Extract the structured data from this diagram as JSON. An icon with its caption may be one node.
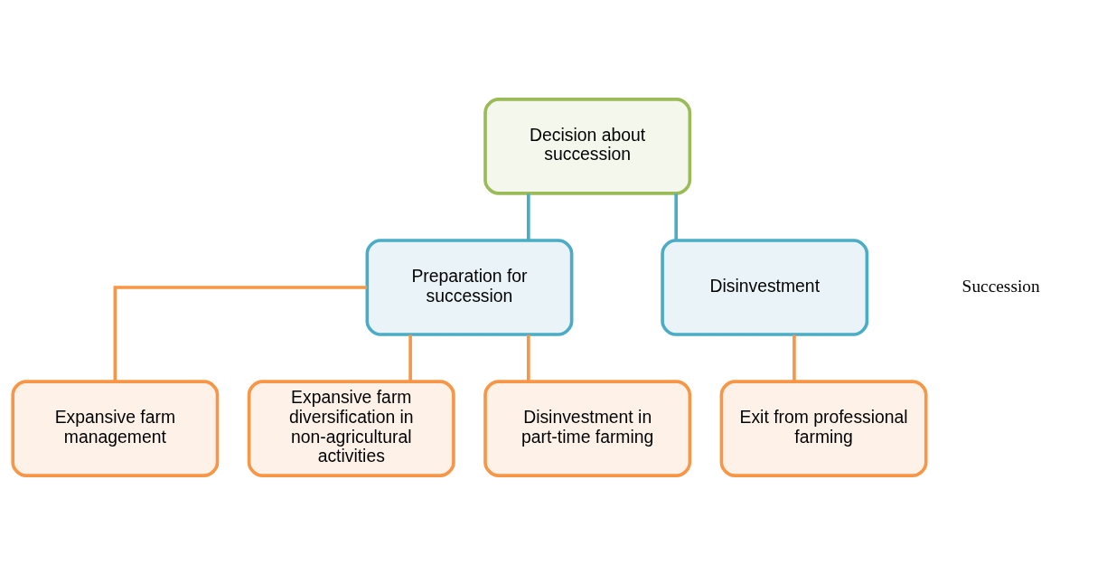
{
  "diagram": {
    "nodes": [
      {
        "text": [
          "Decision about succession"
        ]
      },
      {
        "text": [
          "Preparation for succession"
        ]
      },
      {
        "text": [
          "Disinvestment"
        ]
      },
      {
        "text": [
          "Expansive farm management"
        ]
      },
      {
        "text": [
          "Expansive farm diversification in non-agricultural activities"
        ]
      },
      {
        "text": [
          "Disinvestment in part-time farming"
        ]
      },
      {
        "text": [
          "Exit from professional farming"
        ]
      }
    ],
    "edges": [
      {
        "from": 0,
        "to": 1,
        "arrow": "none",
        "color": "#4bacc6"
      },
      {
        "from": 0,
        "to": 2,
        "arrow": "none",
        "color": "#4bacc6"
      },
      {
        "from": 1,
        "to": 3,
        "arrow": "none"
      },
      {
        "from": 1,
        "to": 4,
        "arrow": "none"
      },
      {
        "from": 1,
        "to": 5,
        "arrow": "none"
      },
      {
        "from": 2,
        "to": 6,
        "arrow": "none"
      }
    ],
    "labels": [
      "Succession"
    ]
  }
}
